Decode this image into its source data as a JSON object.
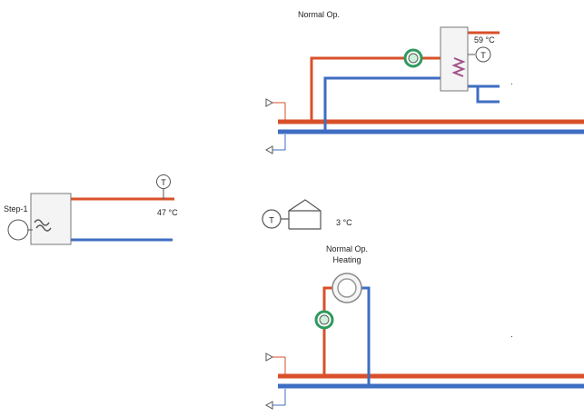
{
  "heating_circuit_1": {
    "status": "Normal Op."
  },
  "hot_water_tank": {
    "temperature": "59 °C"
  },
  "boiler": {
    "stage_label": "Step-1",
    "flow_temperature": "47 °C"
  },
  "outdoor": {
    "temperature": "3 °C"
  },
  "heating_circuit_2": {
    "status_line1": "Normal Op.",
    "status_line2": "Heating"
  },
  "sensor_symbol": "T",
  "colors": {
    "supply": "#d9502a",
    "return": "#3e6ec2",
    "pump": "#2e9a5e"
  }
}
